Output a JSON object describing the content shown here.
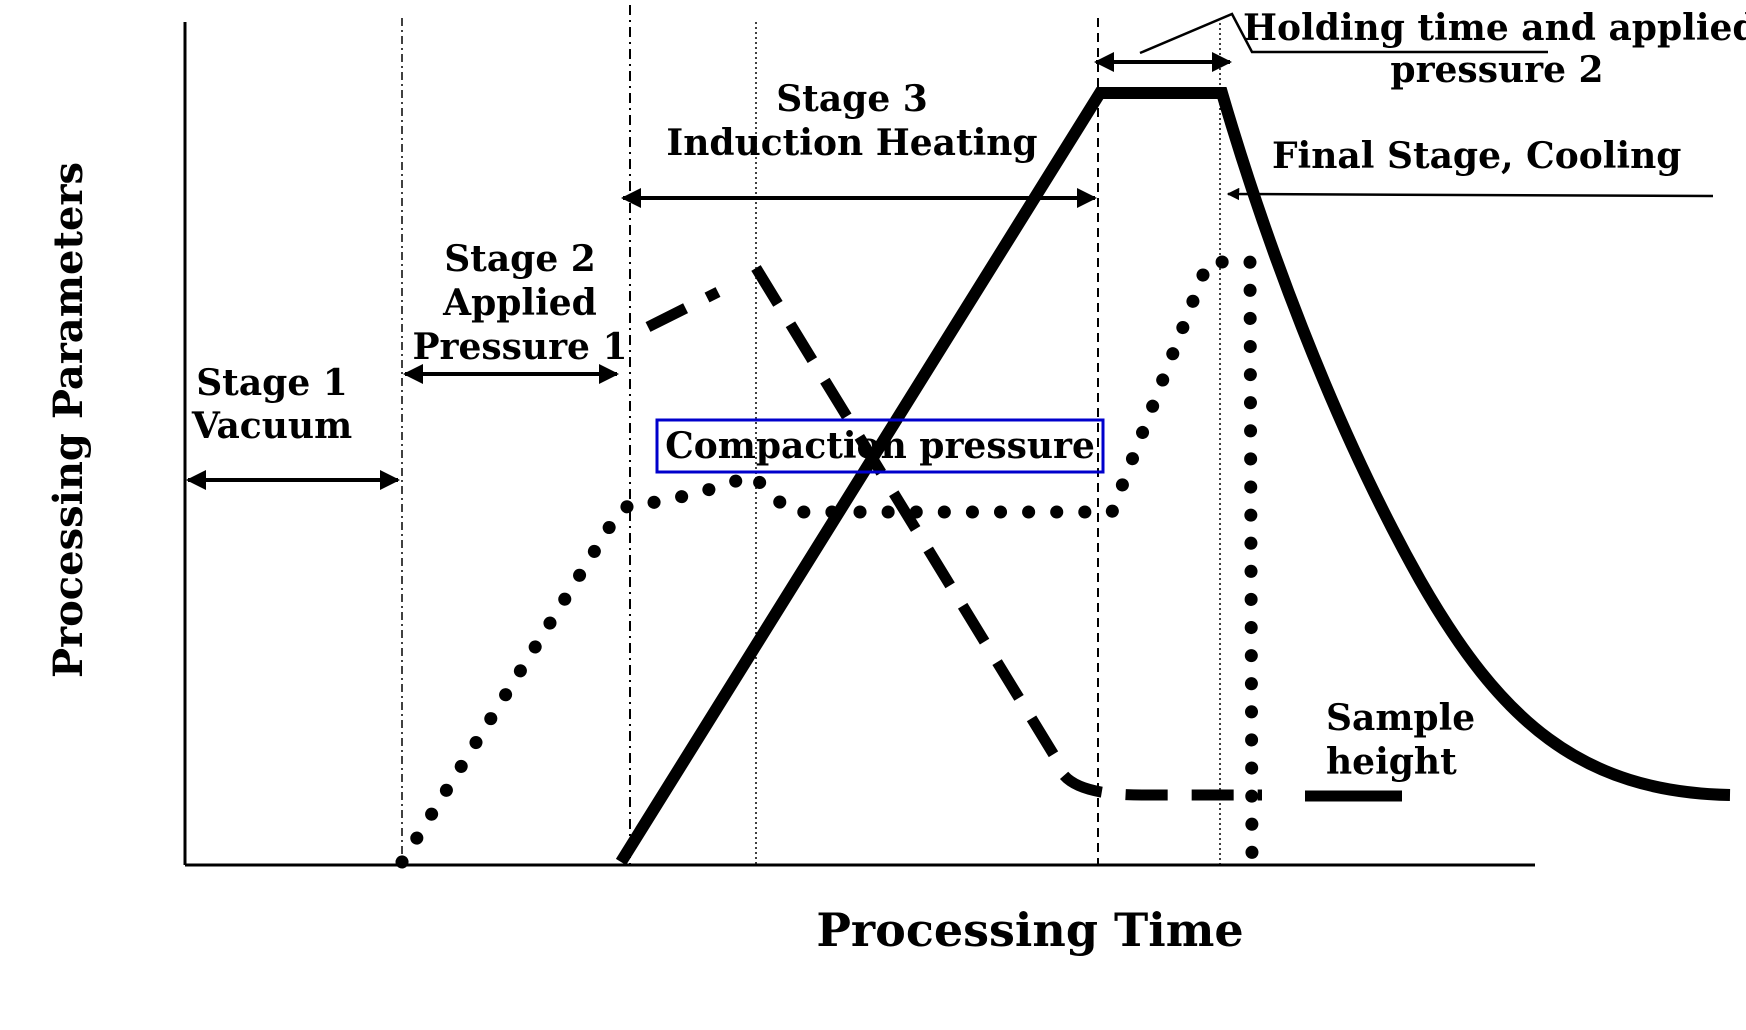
{
  "axes": {
    "x_title": "Processing Time",
    "y_title": "Processing Parameters"
  },
  "stages": {
    "stage1": [
      "Stage 1",
      "Vacuum"
    ],
    "stage2": [
      "Stage 2",
      "Applied",
      "Pressure 1"
    ],
    "stage3": [
      "Stage 3",
      "Induction Heating"
    ],
    "holding": [
      "Holding time and applied",
      "pressure 2"
    ],
    "final": "Final Stage, Cooling"
  },
  "curves": {
    "compaction_label": "Compaction pressure",
    "sample_label": [
      "Sample",
      "height"
    ]
  },
  "colors": {
    "ink": "#000000",
    "compaction_box": "#0000cc"
  }
}
